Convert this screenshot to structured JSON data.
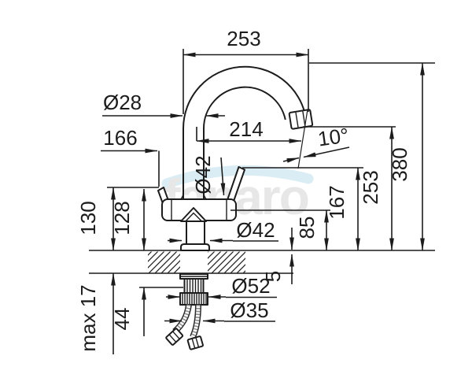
{
  "drawing": {
    "type": "technical dimension drawing",
    "subject": "single-lever kitchen mixer tap with high C-arc spout, side view with mounting shank and supply hoses"
  },
  "watermark": {
    "text": "fanaro"
  },
  "colors": {
    "background": "#ffffff",
    "line": "#1c1c1c",
    "watermark_text": "#e7e7e7",
    "watermark_swoosh": "#daecf4"
  },
  "dims": {
    "top_width": "253",
    "tube_diameter": "Ø28",
    "spout_reach": "214",
    "outlet_angle": "10°",
    "body_offset": "166",
    "body_diameter": "Ø42",
    "total_height": "380",
    "outlet_height": "253",
    "handle_height": "167",
    "spout_underside_height": "85",
    "height_130": "130",
    "height_128": "128",
    "base_diameter": "Ø42",
    "base_seal_thickness": "5",
    "nut_diameter": "Ø52",
    "hole_diameter": "Ø35",
    "max_counter_thickness": "max 17",
    "shank_length": "44"
  }
}
